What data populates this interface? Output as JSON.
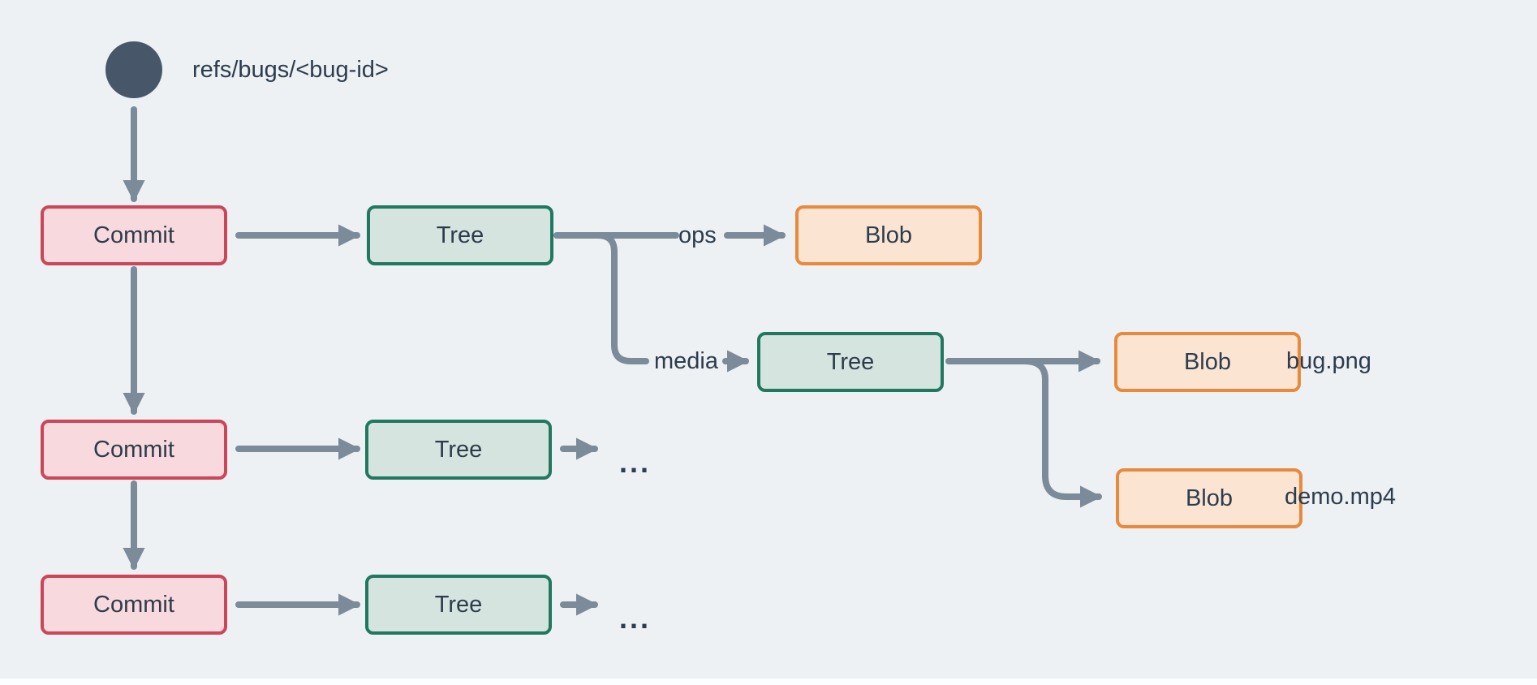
{
  "diagram": {
    "ref_label": "refs/bugs/<bug-id>",
    "nodes": {
      "commit": "Commit",
      "tree": "Tree",
      "blob": "Blob"
    },
    "edge_labels": {
      "ops": "ops",
      "media": "media"
    },
    "file_labels": {
      "bug": "bug.png",
      "demo": "demo.mp4"
    },
    "ellipsis": "...",
    "structure": {
      "ref_points_to": "Commit chain of 3",
      "each_commit_points_to": "Tree",
      "root_tree_children": [
        "ops -> Blob",
        "media -> Tree"
      ],
      "media_tree_children": [
        "Blob (bug.png)",
        "Blob (demo.mp4)"
      ],
      "older_commit_trees": "collapsed as ..."
    },
    "colors": {
      "background": "#edf1f4",
      "arrow": "#7b8b99",
      "text": "#2d3c4c",
      "ref_circle": "#475769",
      "commit_fill": "#f8d9dd",
      "commit_border": "#cb4659",
      "tree_fill": "#d5e4de",
      "tree_border": "#20795f",
      "blob_fill": "#fbe5d2",
      "blob_border": "#e78a3d"
    }
  }
}
